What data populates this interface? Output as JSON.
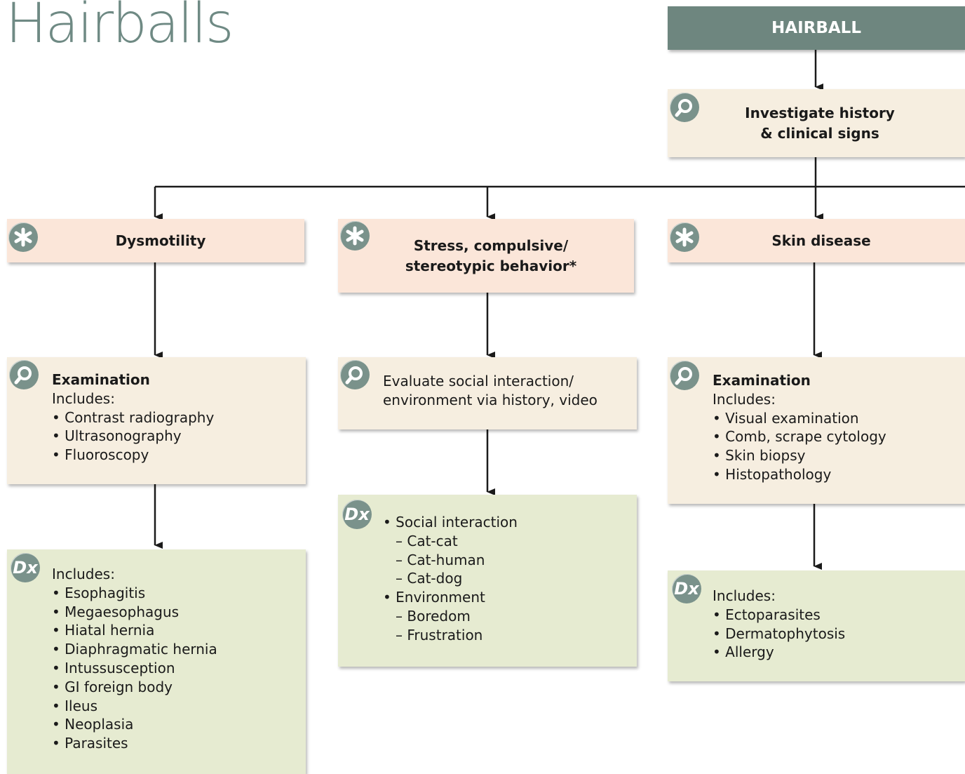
{
  "title": "Hairballs",
  "root": "HAIRBALL",
  "investigate": "Investigate history & clinical signs",
  "branches": {
    "dysmotility": {
      "label": "Dysmotility",
      "exam_head": "Examination",
      "exam_intro": "Includes:",
      "exam_items": [
        "• Contrast radiography",
        "• Ultrasonography",
        "• Fluoroscopy"
      ],
      "dx_intro": "Includes:",
      "dx_items": [
        "• Esophagitis",
        "• Megaesophagus",
        "• Hiatal hernia",
        "• Diaphragmatic hernia",
        "• Intussusception",
        "• GI foreign body",
        "• Ileus",
        "• Neoplasia",
        "• Parasites"
      ]
    },
    "stress": {
      "label_line1": "Stress, compulsive/",
      "label_line2": "stereotypic behavior*",
      "eval_line1": "Evaluate social interaction/",
      "eval_line2": "environment via history, video",
      "dx_items": [
        "• Social interaction",
        "– Cat-cat",
        "– Cat-human",
        "– Cat-dog",
        "• Environment",
        "– Boredom",
        "– Frustration"
      ]
    },
    "skin": {
      "label": "Skin disease",
      "exam_head": "Examination",
      "exam_intro": "Includes:",
      "exam_items": [
        "• Visual examination",
        "• Comb, scrape cytology",
        "• Skin biopsy",
        "• Histopathology"
      ],
      "dx_intro": "Includes:",
      "dx_items": [
        "• Ectoparasites",
        "• Dermatophytosis",
        "• Allergy"
      ]
    }
  },
  "icons": {
    "investigate": "magnifier-icon",
    "condition": "asterisk-icon",
    "diagnosis": "dx-icon"
  },
  "dx_icon_text": "Dx",
  "colors": {
    "header": "#6e867f",
    "tan": "#f6eee0",
    "peach": "#fbe6d9",
    "green": "#e6ebd1",
    "title": "#6f8a84"
  }
}
